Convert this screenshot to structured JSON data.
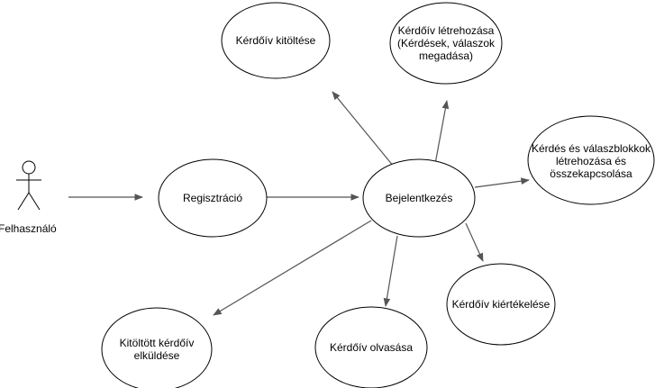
{
  "actor": {
    "name": "Felhasználó"
  },
  "use_cases": {
    "kitoltes": "Kérdőív kitöltése",
    "letrehozas": "Kérdőív létrehozása\n(Kérdések, válaszok\nmegadása)",
    "blokkok": "Kérdés és válaszblokkok\nlétrehozása és\nösszekapcsolása",
    "regisztracio": "Regisztráció",
    "bejelentkezes": "Bejelentkezés",
    "kiertekeles": "Kérdőív kiértékelése",
    "elkuldes": "Kitöltött kérdőív\nelküldése",
    "olvasas": "Kérdőív olvasása"
  },
  "colors": {
    "stroke": "#000000",
    "edge": "#555555",
    "fill": "#ffffff"
  }
}
